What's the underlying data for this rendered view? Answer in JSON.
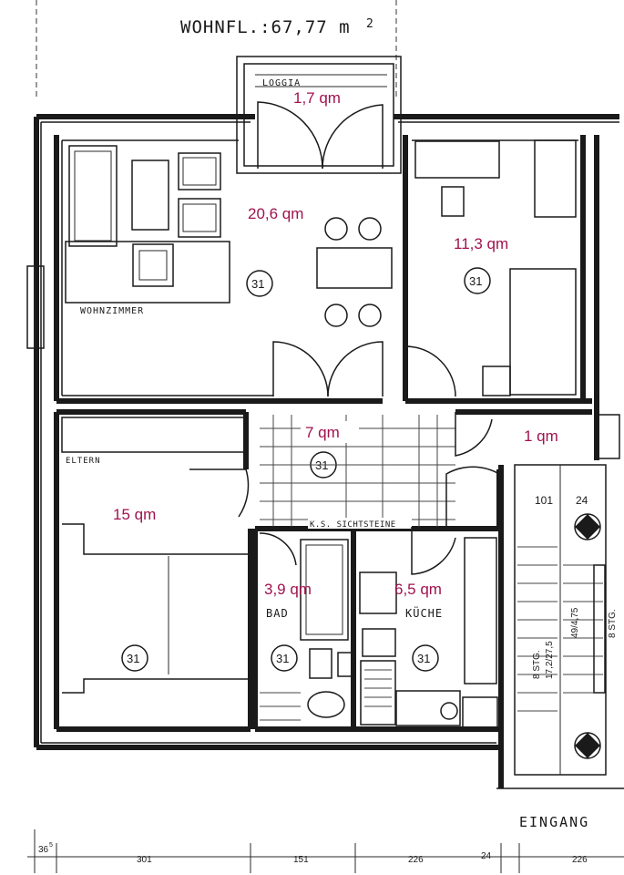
{
  "plan": {
    "title": "WOHNFL.:67,77 m",
    "title_sup": "2",
    "entrance": "EINGANG",
    "tag": "31"
  },
  "rooms": {
    "loggia": {
      "label": "LOGGIA",
      "area": "1,7 qm"
    },
    "wohnzimmer": {
      "label": "WOHNZIMMER",
      "area": "20,6 qm"
    },
    "zimmer": {
      "area": "11,3 qm"
    },
    "flur": {
      "area": "7 qm"
    },
    "abstell": {
      "area": "1 qm"
    },
    "eltern": {
      "label": "ELTERN",
      "area": "15 qm"
    },
    "bad": {
      "label": "BAD",
      "area": "3,9 qm"
    },
    "kueche": {
      "label": "KÜCHE",
      "area": "6,5 qm"
    }
  },
  "annotations": {
    "ks_sichtsteine": "K.S. SICHTSTEINE",
    "stair_101": "101",
    "stair_24": "24",
    "stair_8stg_left": "8 STG.",
    "stair_ratio": "17,2/27,5",
    "stair_8stg_right": "8 STG.",
    "stair_ratio_right": "49/4,75"
  },
  "dimensions": {
    "d1": "36",
    "d1_sup": "5",
    "d2": "301",
    "d3": "151",
    "d4": "226",
    "d5": "24",
    "d6": "226"
  },
  "colors": {
    "area_text": "#a0124e",
    "lines": "#1a1a1a"
  }
}
